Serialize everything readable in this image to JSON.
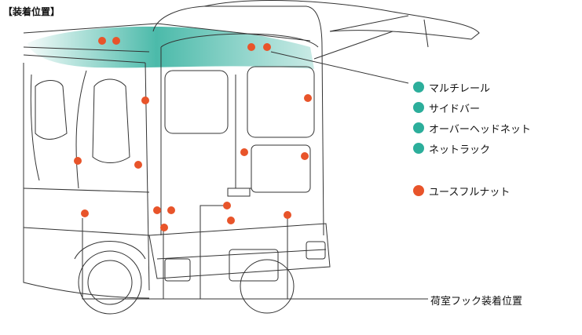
{
  "title": "【装着位置】",
  "legend": {
    "teal_items": [
      "マルチレール",
      "サイドバー",
      "オーバーヘッドネット",
      "ネットラック"
    ],
    "orange_items": [
      "ユースフルナット"
    ]
  },
  "footer_label": "荷室フック装着位置",
  "colors": {
    "teal": "#2cae9b",
    "orange": "#e8542a",
    "line": "#333333"
  }
}
